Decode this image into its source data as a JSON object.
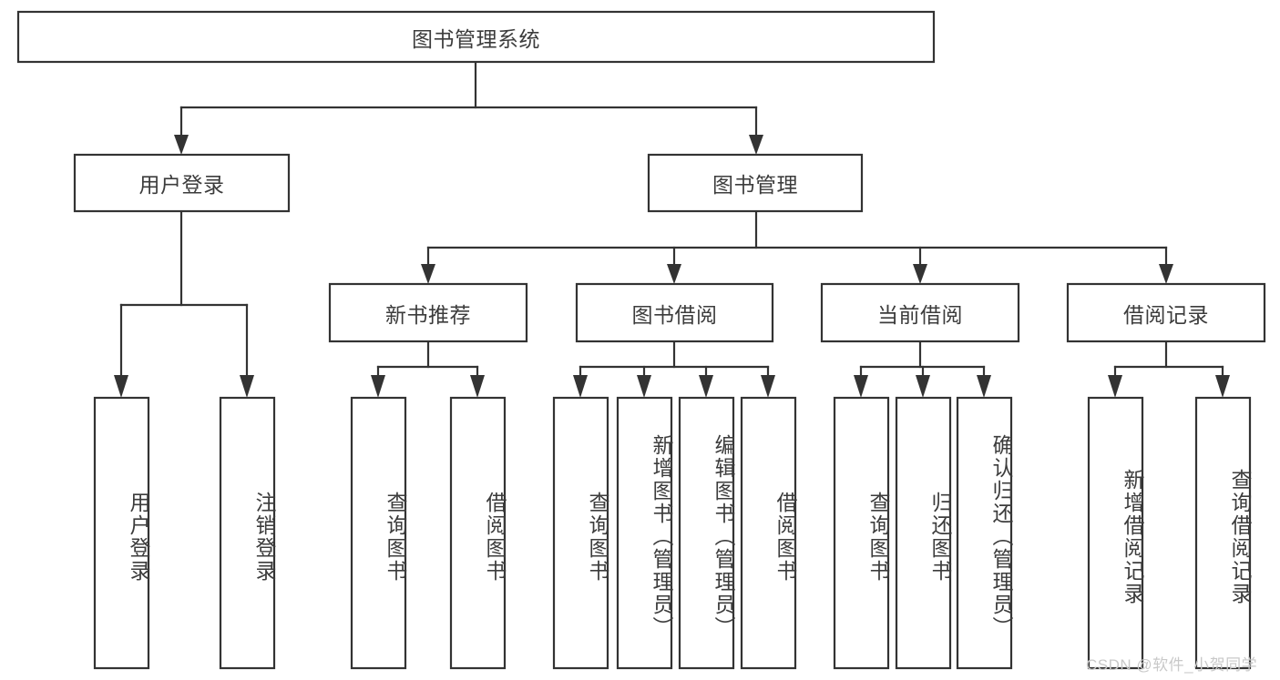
{
  "diagram": {
    "type": "hierarchy-tree",
    "title": "图书管理系统",
    "colors": {
      "box_stroke": "#333333",
      "box_fill": "#ffffff",
      "text": "#3c3c3c",
      "background": "#ffffff",
      "watermark": "#c9c9c9"
    },
    "levels": {
      "root": {
        "label": "图书管理系统"
      },
      "level2": [
        {
          "label": "用户登录"
        },
        {
          "label": "图书管理"
        }
      ],
      "level3": [
        {
          "label": "新书推荐"
        },
        {
          "label": "图书借阅"
        },
        {
          "label": "当前借阅"
        },
        {
          "label": "借阅记录"
        }
      ],
      "leaves": {
        "user_login": [
          {
            "label": "用户登录"
          },
          {
            "label": "注销登录"
          }
        ],
        "new_book_recommend": [
          {
            "label": "查询图书"
          },
          {
            "label": "借阅图书"
          }
        ],
        "book_borrow": [
          {
            "label": "查询图书"
          },
          {
            "label": "新增图书（管理员）"
          },
          {
            "label": "编辑图书（管理员）"
          },
          {
            "label": "借阅图书"
          }
        ],
        "current_borrow": [
          {
            "label": "查询图书"
          },
          {
            "label": "归还图书"
          },
          {
            "label": "确认归还（管理员）"
          }
        ],
        "borrow_records": [
          {
            "label": "新增借阅记录"
          },
          {
            "label": "查询借阅记录"
          }
        ]
      }
    }
  },
  "watermark": {
    "text": "CSDN @软件_小贺同学"
  }
}
